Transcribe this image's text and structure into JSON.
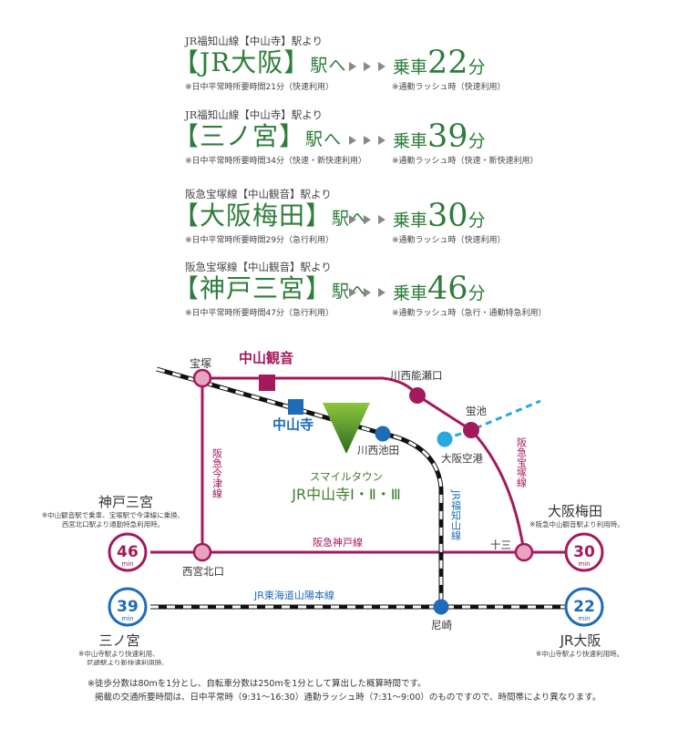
{
  "routes": [
    {
      "line": "JR福知山線【中山寺】駅より",
      "dest": "【JR大阪】",
      "suffix": "駅へ",
      "ride_label": "乗車",
      "minutes": "22",
      "unit": "分",
      "note_left": "※日中平常時所要時間21分（快速利用）",
      "note_right": "※通勤ラッシュ時（快速利用）"
    },
    {
      "line": "JR福知山線【中山寺】駅より",
      "dest": "【三ノ宮】",
      "suffix": "駅へ",
      "ride_label": "乗車",
      "minutes": "39",
      "unit": "分",
      "note_left": "※日中平常時所要時間34分（快速・新快速利用）",
      "note_right": "※通勤ラッシュ時（快速・新快速利用）"
    },
    {
      "line": "阪急宝塚線【中山観音】駅より",
      "dest": "【大阪梅田】",
      "suffix": "駅へ",
      "ride_label": "乗車",
      "minutes": "30",
      "unit": "分",
      "note_left": "※日中平常時所要時間29分（急行利用）",
      "note_right": "※通勤ラッシュ時（快速利用）"
    },
    {
      "line": "阪急宝塚線【中山観音】駅より",
      "dest": "【神戸三宮】",
      "suffix": "駅へ",
      "ride_label": "乗車",
      "minutes": "46",
      "unit": "分",
      "note_left": "※日中平常時所要時間47分（急行利用）",
      "note_right": "※通勤ラッシュ時（急行・通勤特急利用）"
    }
  ],
  "map": {
    "stations": {
      "takarazuka": "宝塚",
      "nakayama_kannon": "中山観音",
      "kawanishi_noseguchi": "川西能瀬口",
      "hotarugaike": "蛍池",
      "nakayamadera": "中山寺",
      "kawanishi_ikeda": "川西池田",
      "osaka_airport": "大阪空港",
      "juso": "十三",
      "nishinomiya_kitaguchi": "西宮北口",
      "amagasaki": "尼崎"
    },
    "lines": {
      "imazu": "阪急今津線",
      "kobe": "阪急神戸線",
      "takarazuka": "阪急宝塚線",
      "fukuchiyama": "JR福知山線",
      "sanyo": "JR東海道山陽本線"
    },
    "property": {
      "line1": "スマイルタウン",
      "line2": "JR中山寺Ⅰ・Ⅱ・Ⅲ"
    },
    "destinations": {
      "kobe_sannomiya": {
        "name": "神戸三宮",
        "minutes": "46",
        "unit": "min",
        "note1": "※中山観音駅で乗車、宝塚駅で今津線に乗換、",
        "note2": "西宮北口駅より通勤特急利用時。"
      },
      "osaka_umeda": {
        "name": "大阪梅田",
        "minutes": "30",
        "unit": "min",
        "note1": "※阪急中山観音駅より利用時。"
      },
      "sannomiya": {
        "name": "三ノ宮",
        "minutes": "39",
        "unit": "min",
        "note1": "※中山寺駅より快速利用、",
        "note2": "尼崎駅より新快速利用時。"
      },
      "jr_osaka": {
        "name": "JR大阪",
        "minutes": "22",
        "unit": "min",
        "note1": "※中山寺駅より快速利用時。"
      }
    },
    "colors": {
      "hankyu": "#a3195b",
      "hankyu_node": "#e8a3c0",
      "jr": "#1e6bb8",
      "airport": "#29a8df",
      "green": "#3d7d2a"
    }
  },
  "footnotes": [
    "※徒歩分数は80mを1分とし、自転車分数は250mを1分として算出した概算時間です。",
    "掲載の交通所要時間は、日中平常時（9:31〜16:30）通勤ラッシュ時（7:31〜9:00）のものですので、時間帯により異なります。"
  ]
}
